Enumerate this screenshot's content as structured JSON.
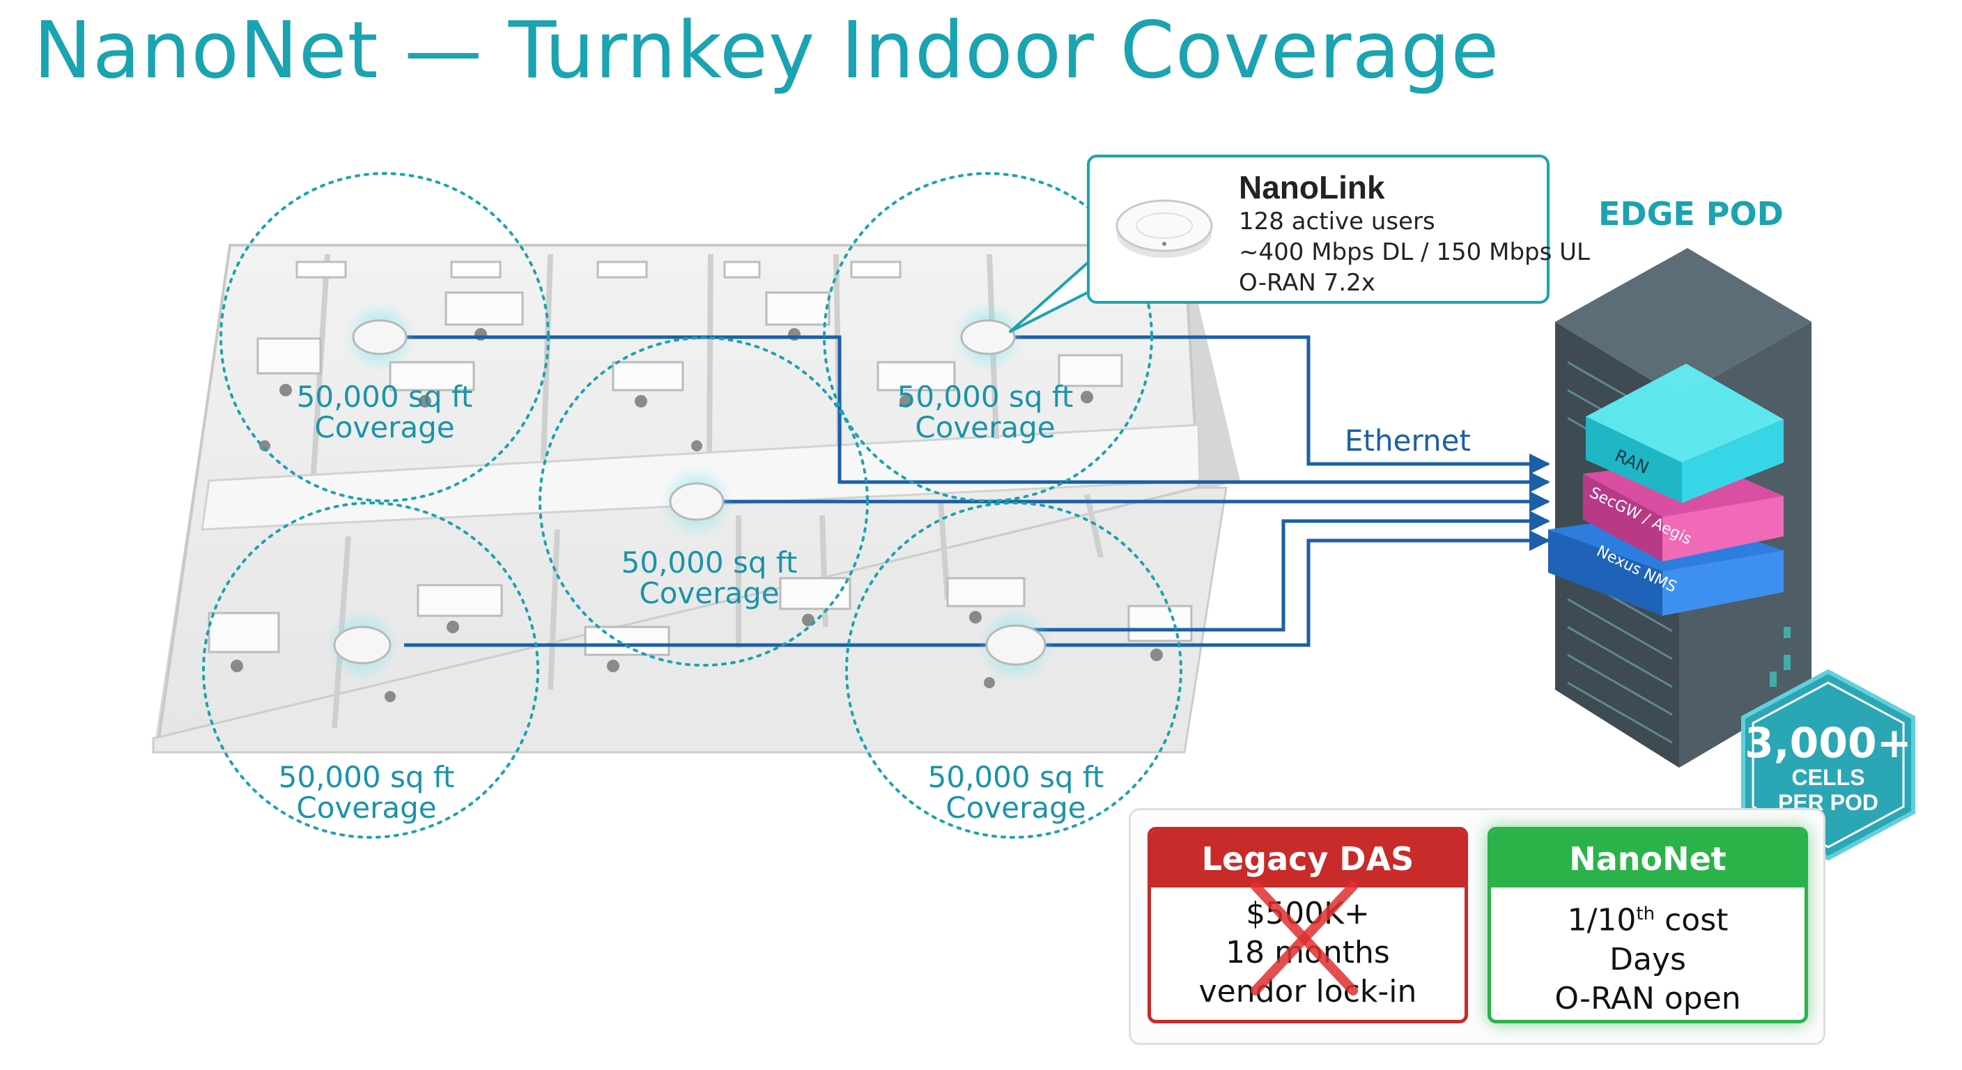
{
  "title": "NanoNet — Turnkey Indoor Coverage",
  "coverage": {
    "area": "50,000 sq ft",
    "caption": "Coverage"
  },
  "callout": {
    "name": "NanoLink",
    "lines": [
      "128 active users",
      "~400 Mbps DL / 150 Mbps UL",
      "O-RAN 7.2x"
    ]
  },
  "link_label": "Ethernet",
  "edge_pod": {
    "title": "EDGE POD",
    "layers": [
      "RAN",
      "SecGW / Aegis",
      "Nexus NMS"
    ]
  },
  "badge": {
    "value": "3,000+",
    "line1": "CELLS",
    "line2": "PER POD"
  },
  "comparison": {
    "legacy": {
      "title": "Legacy DAS",
      "rows": [
        "$500K+",
        "18 months",
        "vendor lock-in"
      ]
    },
    "nanonet": {
      "title": "NanoNet",
      "cost_prefix": "1/10",
      "cost_sup": "th",
      "cost_suffix": " cost",
      "rows": [
        "Days",
        "O-RAN open"
      ]
    }
  },
  "colors": {
    "accent": "#1aa3b0",
    "ethernet": "#1a5fa8",
    "legacy": "#c92a2a",
    "nanonet": "#2bb34a",
    "ran_layer": "#1fd6e6",
    "secgw_layer": "#e04fa6",
    "nms_layer": "#2b7fe6"
  },
  "icons": [
    "small-cell-device-icon",
    "server-rack-icon",
    "cross-mark-icon",
    "hexagon-badge-icon"
  ]
}
